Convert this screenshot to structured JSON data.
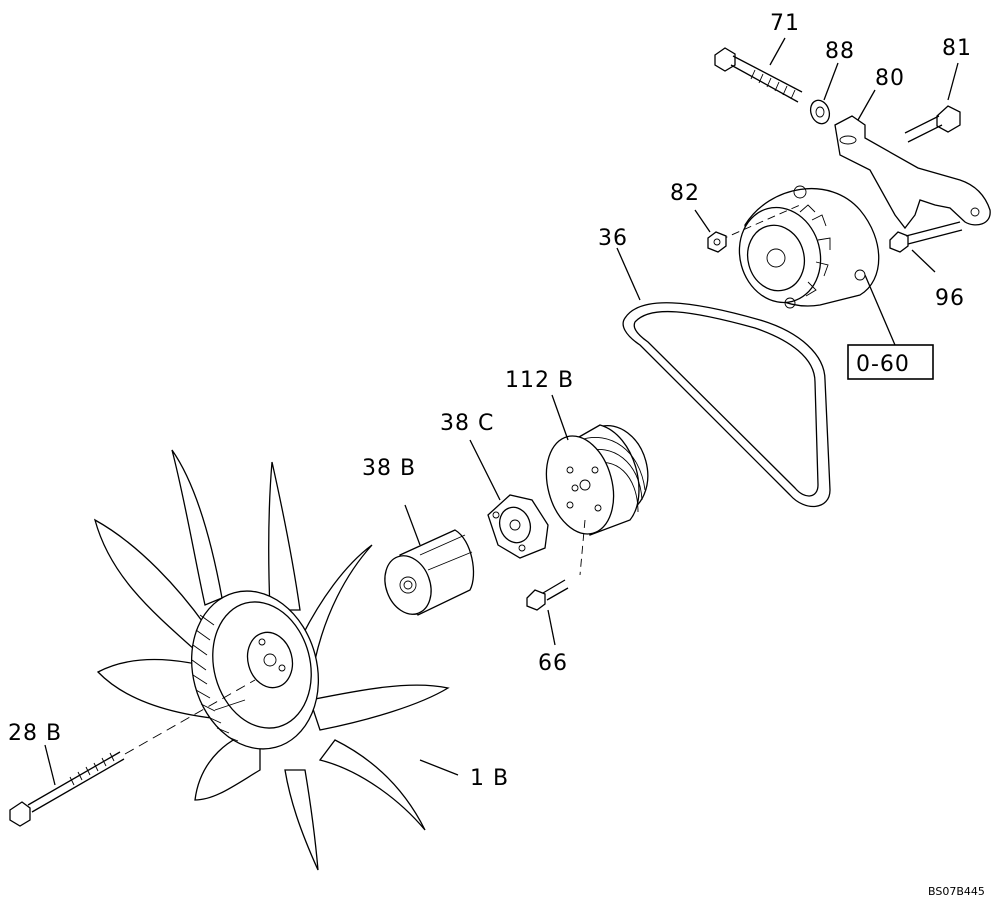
{
  "diagram": {
    "callouts": {
      "p71": "71",
      "p88": "88",
      "p80": "80",
      "p81": "81",
      "p82": "82",
      "p36": "36",
      "p96": "96",
      "ref": "0-60",
      "p112b": "112 B",
      "p38c": "38 C",
      "p38b": "38 B",
      "p66": "66",
      "p28b": "28 B",
      "p1b": "1 B"
    },
    "drawing_code": "BS07B445"
  }
}
